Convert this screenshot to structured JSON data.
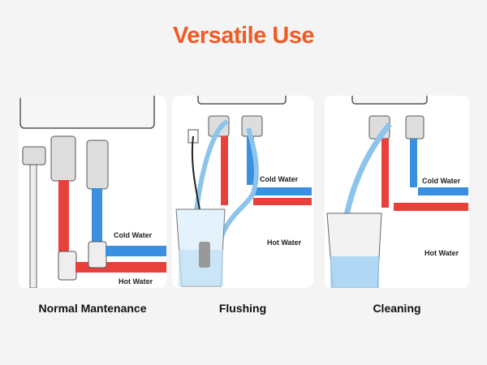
{
  "title": "Versatile Use",
  "panels": [
    {
      "caption": "Normal Mantenance",
      "cold_label": "Cold Water",
      "hot_label": "Hot Water"
    },
    {
      "caption": "Flushing",
      "cold_label": "Cold Water",
      "hot_label": "Hot Water"
    },
    {
      "caption": "Cleaning",
      "cold_label": "Cold Water",
      "hot_label": "Hot Water"
    }
  ],
  "colors": {
    "title": "#f15a24",
    "hot": "#e8403a",
    "cold": "#3a8fe0"
  }
}
